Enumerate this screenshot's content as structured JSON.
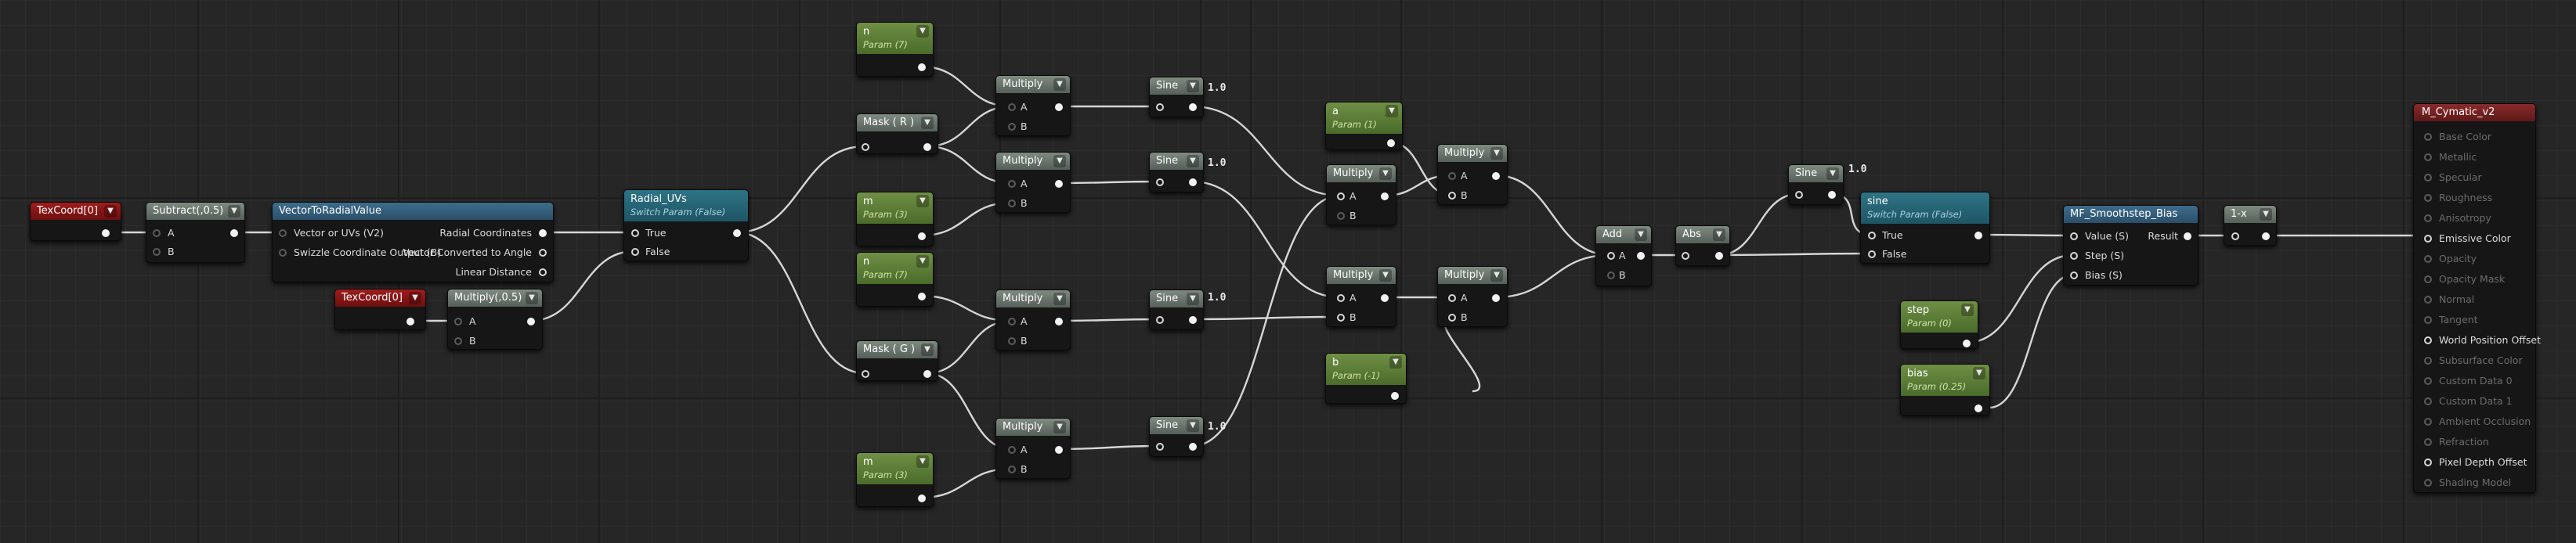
{
  "nodes": {
    "texcoord_a": {
      "title": "TexCoord[0]"
    },
    "subtract": {
      "title": "Subtract(,0.5)",
      "pin_a": "A",
      "pin_b": "B"
    },
    "vec_radial": {
      "title": "VectorToRadialValue",
      "in1": "Vector or UVs (V2)",
      "in2": "Swizzle Coordinate Output (B)",
      "out1": "Radial Coordinates",
      "out2": "Vector Converted to Angle",
      "out3": "Linear Distance"
    },
    "texcoord_b": {
      "title": "TexCoord[0]"
    },
    "multiply_half": {
      "title": "Multiply(,0.5)",
      "pin_a": "A",
      "pin_b": "B"
    },
    "radial_uvs": {
      "title": "Radial_UVs",
      "subtitle": "Switch Param (False)",
      "in_true": "True",
      "in_false": "False"
    },
    "param_n_top": {
      "title": "n",
      "subtitle": "Param (7)"
    },
    "mask_r": {
      "title": "Mask ( R )"
    },
    "param_m_top": {
      "title": "m",
      "subtitle": "Param (3)"
    },
    "param_n_mid": {
      "title": "n",
      "subtitle": "Param (7)"
    },
    "mask_g": {
      "title": "Mask ( G )"
    },
    "param_m_bot": {
      "title": "m",
      "subtitle": "Param (3)"
    },
    "multiply_1": {
      "title": "Multiply",
      "pin_a": "A",
      "pin_b": "B"
    },
    "multiply_2": {
      "title": "Multiply",
      "pin_a": "A",
      "pin_b": "B"
    },
    "multiply_3": {
      "title": "Multiply",
      "pin_a": "A",
      "pin_b": "B"
    },
    "multiply_4": {
      "title": "Multiply",
      "pin_a": "A",
      "pin_b": "B"
    },
    "sine_1": {
      "title": "Sine",
      "value": "1.0"
    },
    "sine_2": {
      "title": "Sine",
      "value": "1.0"
    },
    "sine_3": {
      "title": "Sine",
      "value": "1.0"
    },
    "sine_4": {
      "title": "Sine",
      "value": "1.0"
    },
    "param_a": {
      "title": "a",
      "subtitle": "Param (1)"
    },
    "param_b": {
      "title": "b",
      "subtitle": "Param (-1)"
    },
    "multiply_5": {
      "title": "Multiply",
      "pin_a": "A",
      "pin_b": "B"
    },
    "multiply_6": {
      "title": "Multiply",
      "pin_a": "A",
      "pin_b": "B"
    },
    "multiply_7": {
      "title": "Multiply",
      "pin_a": "A",
      "pin_b": "B"
    },
    "multiply_8": {
      "title": "Multiply",
      "pin_a": "A",
      "pin_b": "B"
    },
    "add": {
      "title": "Add",
      "pin_a": "A",
      "pin_b": "B"
    },
    "abs": {
      "title": "Abs"
    },
    "sine_5": {
      "title": "Sine",
      "value": "1.0"
    },
    "sine_switch": {
      "title": "sine",
      "subtitle": "Switch Param (False)",
      "in_true": "True",
      "in_false": "False"
    },
    "param_step": {
      "title": "step",
      "subtitle": "Param (0)"
    },
    "param_bias": {
      "title": "bias",
      "subtitle": "Param (0.25)"
    },
    "smoothstep": {
      "title": "MF_Smoothstep_Bias",
      "in1": "Value (S)",
      "in2": "Step (S)",
      "in3": "Bias (S)",
      "out": "Result"
    },
    "one_minus": {
      "title": "1-x"
    },
    "material": {
      "title": "M_Cymatic_v2",
      "inputs": [
        {
          "label": "Base Color",
          "active": false
        },
        {
          "label": "Metallic",
          "active": false
        },
        {
          "label": "Specular",
          "active": false
        },
        {
          "label": "Roughness",
          "active": false
        },
        {
          "label": "Anisotropy",
          "active": false
        },
        {
          "label": "Emissive Color",
          "active": true
        },
        {
          "label": "Opacity",
          "active": false
        },
        {
          "label": "Opacity Mask",
          "active": false
        },
        {
          "label": "Normal",
          "active": false
        },
        {
          "label": "Tangent",
          "active": false
        },
        {
          "label": "World Position Offset",
          "active": true
        },
        {
          "label": "Subsurface Color",
          "active": false
        },
        {
          "label": "Custom Data 0",
          "active": false
        },
        {
          "label": "Custom Data 1",
          "active": false
        },
        {
          "label": "Ambient Occlusion",
          "active": false
        },
        {
          "label": "Refraction",
          "active": false
        },
        {
          "label": "Pixel Depth Offset",
          "active": true
        },
        {
          "label": "Shading Model",
          "active": false
        }
      ]
    }
  },
  "colors": {
    "wire": "#d6d6d6",
    "param_header": "#5b7c36",
    "texcoord_header": "#8a1717",
    "switch_header": "#27647a"
  }
}
